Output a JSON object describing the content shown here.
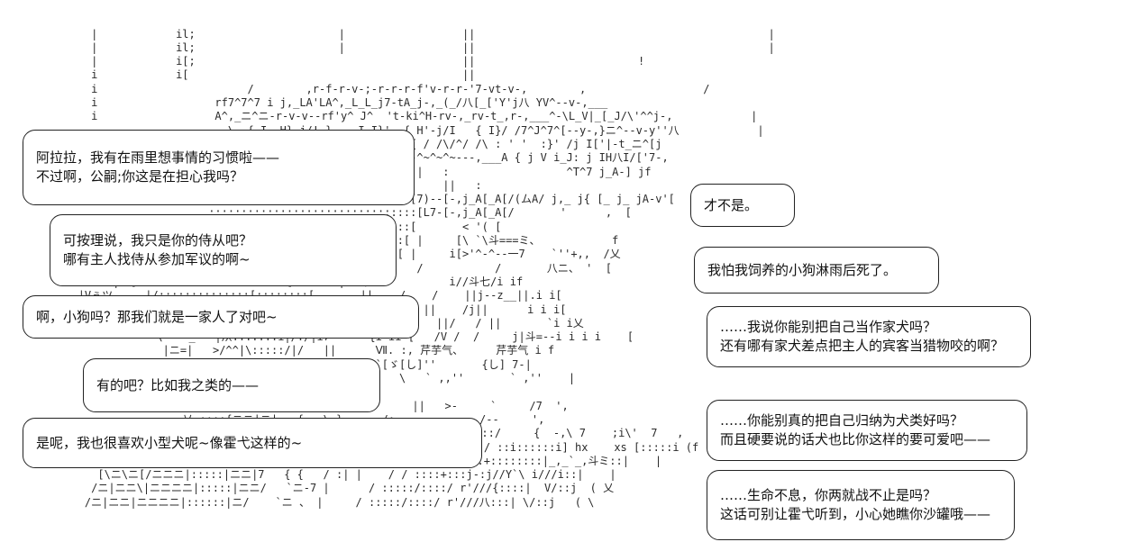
{
  "scene": {
    "background_color": "#ffffff",
    "ink_color": "#1c1c1c",
    "description_label": "ascii-art-dialogue-scene"
  },
  "bubbles": [
    {
      "id": "bubble-1",
      "speaker_side": "left",
      "lines": [
        "阿拉拉，我有在雨里想事情的习惯啦——",
        "不过啊，公嗣;你这是在担心我吗？"
      ]
    },
    {
      "id": "bubble-2",
      "speaker_side": "left",
      "lines": [
        "可按理说，我只是你的侍从吧？",
        "哪有主人找侍从参加军议的啊~"
      ]
    },
    {
      "id": "bubble-3",
      "speaker_side": "left",
      "lines": [
        "啊，小狗吗？那我们就是一家人了对吧~"
      ]
    },
    {
      "id": "bubble-4",
      "speaker_side": "left",
      "lines": [
        "有的吧？比如我之类的——"
      ]
    },
    {
      "id": "bubble-5",
      "speaker_side": "left",
      "lines": [
        "是呢，我也很喜欢小型犬呢~像霍弋这样的~"
      ]
    },
    {
      "id": "bubble-6",
      "speaker_side": "right",
      "lines": [
        "才不是。"
      ]
    },
    {
      "id": "bubble-7",
      "speaker_side": "right",
      "lines": [
        "我怕我饲养的小狗淋雨后死了。"
      ]
    },
    {
      "id": "bubble-8",
      "speaker_side": "right",
      "lines": [
        "……我说你能别把自己当作家犬吗？",
        "还有哪有家犬差点把主人的宾客当猎物咬的啊？"
      ]
    },
    {
      "id": "bubble-9",
      "speaker_side": "right",
      "lines": [
        "……你能别真的把自己归纳为犬类好吗？",
        "而且硬要说的话犬也比你这样的要可爱吧——"
      ]
    },
    {
      "id": "bubble-10",
      "speaker_side": "right",
      "lines": [
        "……生命不息，你两就战不止是吗？",
        "这话可别让霍弋听到，小心她瞧你沙罐哦——"
      ]
    }
  ],
  "ascii_art": {
    "lines": [
      "",
      "",
      "              |            il;                      |                  ||                                             |",
      "              |            il;                      |                  ||                                             |",
      "              |            i[;                                         ||                         !",
      "              i            i[                                          ||",
      "              i                       /        ,r-f-r-v-;-r-r-r-f'v-r-r-'7-vt-v-,        ,                  /",
      "              i                  rf7^7^7 i j,_LA'LA^,_L_L_j7-tA_j-,_(_/八[_['Y'j八 YV^--v-,___",
      "              i                  A^,_ニ^ニ-r-v-v--rf'y^ J^  't-ki^H-rv-,_rv-t_,r-,___^-\\L_V|_[_J/\\'^^j-,            |",
      "                                   \\  { I  H}_j/! }    I I}'  { H'-j/I   { I}/ /7^J^7^[--y-,}ニ^--v-y''八            |",
      "                                   | i_A-A-A_jA'}A}]   :i/ I   { / /\\/^/ /\\ : ' '  :}' /j I['|-t_ニ^[j",
      "                                   |   ,,..,,_     ''~''^~^--[j-^~^~^~---,___A { j V i_J: j IH八I/['7-,",
      "                                    \\ ::/=========-,\\          ||   :                  ^T^7 j_A-] jf",
      "                                  -^^-/:::::::::::::::::::\\         ||   :",
      "                               ::::::::::::::::::::::::::::::::[7)--[-,j_A[_A[/(ムA/ j,_ j{ [_ j_ jA-v'[",
      "                                ::::::::::::::::::::::::::::::::[L7-[-,j_A[_A[/       '      ,  [",
      "                             /  ::/::::::::::::::::::::::::::::[       < '( [",
      "                          | /::::[(^::::::[:::::::::::[:::::::[ |     [\\ `\\斗===ミ、           f",
      "                 |!       | :/:::[::::::::[::::::::::[:::::::[ |     i[>'^-^--一7    `''+,,  /乂",
      "                /:/::::::::::::::::[::::::::::[::::[       |    /           /       八ニ、 '  [",
      "            、f=ミ|八[:::::::::::::::::::::::[       |   /            i//斗七/i if",
      "            |Vぅツ     |/::::::::::::::[::::::::[       ||    /    /    ||j--z__||.i i[",
      "            乂:|''      、 、V::::::::[:::::::[        ||   ||.   ||    /j||      i i i[",
      "             |}    |    |!     | /:/\\[::::[::[:::[       ii ||.i   ||/   / ||       `i i乂",
      "                        \\    _   |从:::::::i|/:/|i7      {i ii [   /V /  /     j|斗=--i i i i    [",
      "                         |ニ=|   >/^^|\\:::::/|/   ||      Ⅶ. :, 芹芋气、     芹芋气 i f",
      "                         |ニ=|   [/^~\\:::/ /   ||       \\ `[ゞ[し]''       {し] 7-|",
      "              ,,....,,_  `:::ニミ/|| N \\__    |_7_/ /|        \\   ` ,,''       ` ,''    |",
      "                            \\   /^\\ /ニニ|/\\ :|    (^つ[",
      "                            |  :::::/ニニ|ニ/ 7/  `ニニ'(        ||   >-     `     /7  ',",
      "                            乂 ::::{ニニ|ニ|   { -,\\ }      /:--------,    /--     ',",
      "             |      ,,,,.  ,.:'   |ニニ|ニニ|/ニ-|: |ニ|::::i\\     /::::::::::/     {  -,\\ 7    ;i\\'  7   ,",
      "            |    .     [ニ=|ニ=| /ニ-|:: |ニ|:::::/\\ {   7:)   {rtし/      |/ ::i::::::i] hx    xs [:::::i (f",
      "                 八ニ=|ニ=|/ニ/ |__|ニ|::::::|ニニ=/ [   )八[:i'r'    |/ ::::+::::::::|_,_`_,斗ミ::|    |",
      "               [\\ニ\\ニ[/ニニニ|:::::|ニニ|7   { {   / :| |    / / ::::+:::j-:j//Y`\\ i///i::|    |",
      "              /ニ|ニニ\\|ニニニニ|:::::|ニニ/   `ニ-7 |      / :::::/::::/ r'///{::::|  V/::j  ( 乂",
      "             /ニ|ニニ|ニニニニ|::::::|ニ/    `ニ 、 |     / :::::/::::/ r'///八:::| \\/::j   ( \\",
      "",
      ""
    ]
  }
}
